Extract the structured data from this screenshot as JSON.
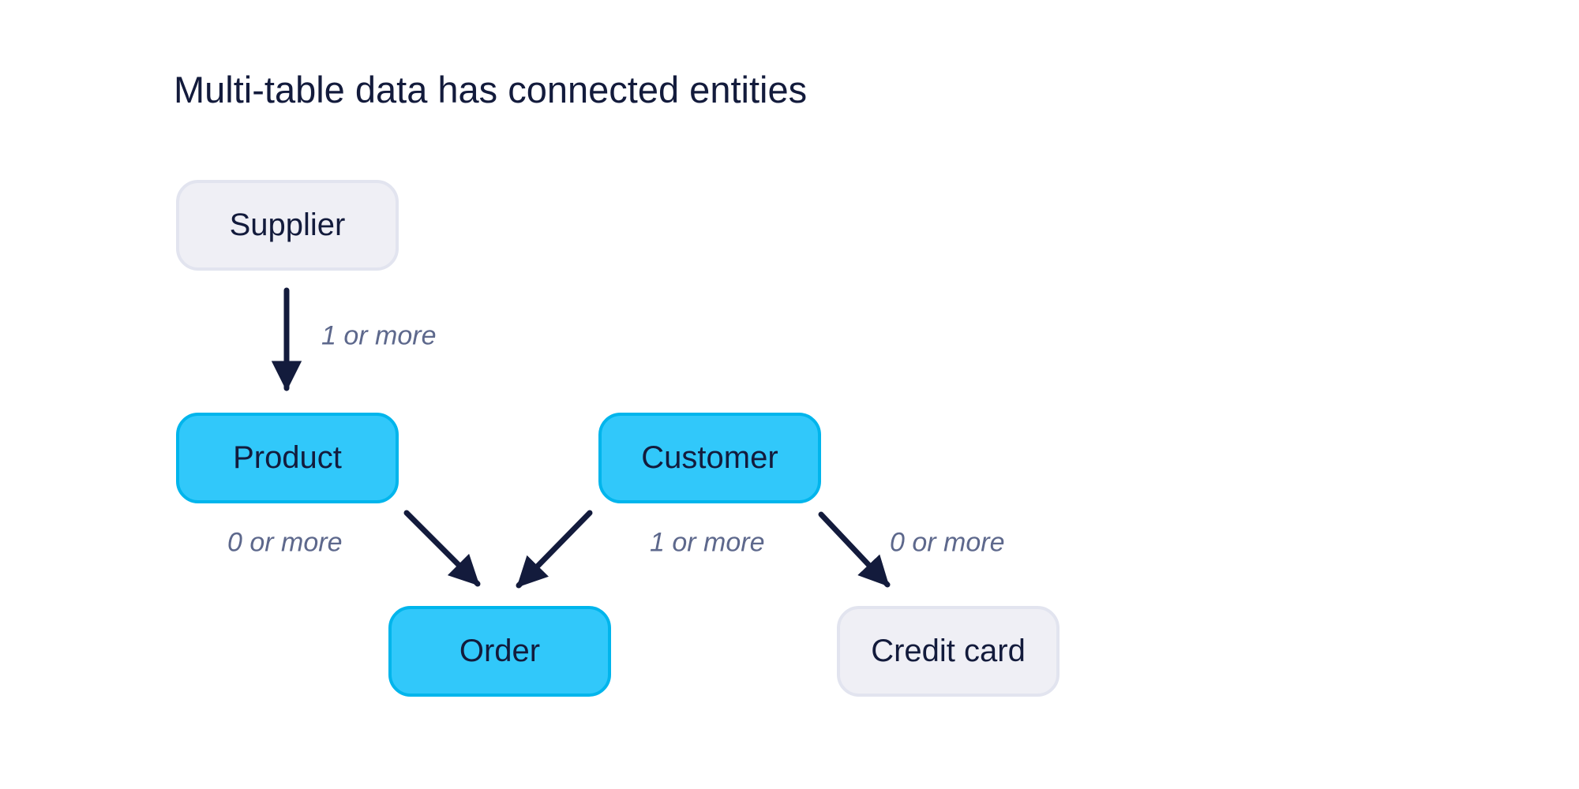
{
  "title": {
    "text": "Multi-table data has connected entities"
  },
  "colors": {
    "page_bg": "#ffffff",
    "ink": "#131b3c",
    "accent_fill": "#31c8fa",
    "accent_border": "#00b5ec",
    "muted_fill": "#efeff5",
    "muted_border": "#e2e4ef",
    "label_color": "#5d688c"
  },
  "diagram": {
    "entities": [
      {
        "id": "supplier",
        "label": "Supplier",
        "style": "muted"
      },
      {
        "id": "product",
        "label": "Product",
        "style": "highlight"
      },
      {
        "id": "customer",
        "label": "Customer",
        "style": "highlight"
      },
      {
        "id": "order",
        "label": "Order",
        "style": "highlight"
      },
      {
        "id": "credit-card",
        "label": "Credit card",
        "style": "muted"
      }
    ],
    "relations": [
      {
        "from": "Supplier",
        "to": "Product",
        "label": "1 or more"
      },
      {
        "from": "Product",
        "to": "Order",
        "label": "0 or more"
      },
      {
        "from": "Customer",
        "to": "Order",
        "label": "1 or more"
      },
      {
        "from": "Customer",
        "to": "Credit card",
        "label": "0 or more"
      }
    ]
  }
}
